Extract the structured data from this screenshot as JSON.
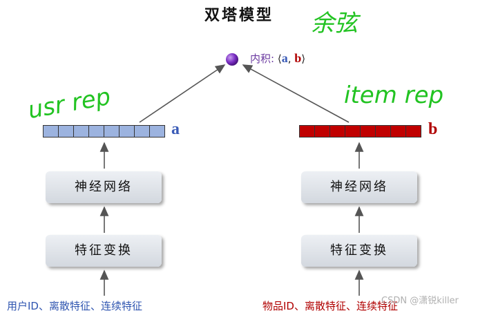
{
  "title": "双塔模型",
  "output": {
    "label": "内积:",
    "open": "⟨",
    "a": "a",
    "sep": ", ",
    "b": "b",
    "close": "⟩"
  },
  "left_tower": {
    "vector_label": "a",
    "network_label": "神经网络",
    "transform_label": "特征变换",
    "features_label": "用户ID、离散特征、连续特征",
    "cells": 8,
    "color": "#9cb3df"
  },
  "right_tower": {
    "vector_label": "b",
    "network_label": "神经网络",
    "transform_label": "特征变换",
    "features_label": "物品ID、离散特征、连续特征",
    "cells": 8,
    "color": "#c00000"
  },
  "annotations": {
    "top": "余弦",
    "left": "usr rep",
    "right": "item rep"
  },
  "watermark": "CSDN @潇锐killer"
}
